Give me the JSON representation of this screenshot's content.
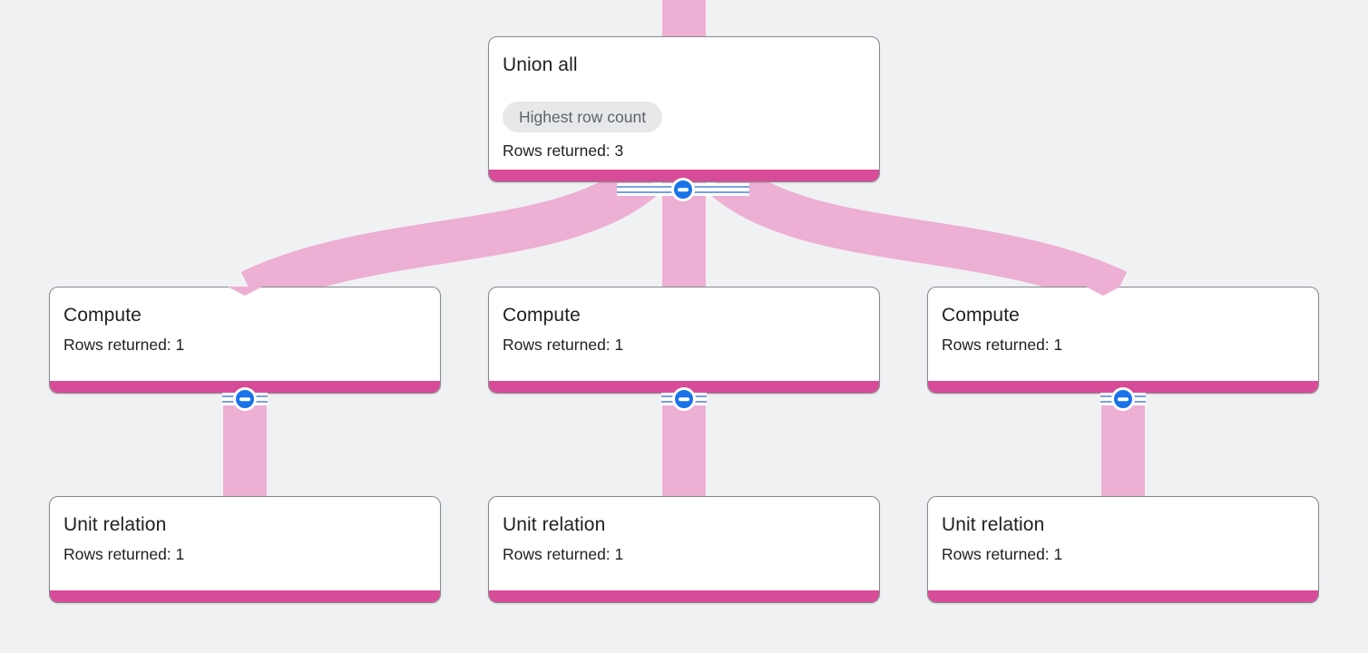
{
  "app": "query-execution-graph",
  "colors": {
    "bg": "#f0f1f3",
    "node_bg": "#ffffff",
    "node_border": "#85898d",
    "edge_pink": "#edafd4",
    "accent_pink": "#d84b98",
    "button_blue": "#1a73e8",
    "stripe_blue": "#7b9fe3",
    "badge_bg": "#e7e8ea",
    "badge_text": "#5f6368",
    "text": "#202124"
  },
  "icons": {
    "collapse": "minus-circle-icon"
  },
  "nodes": [
    {
      "id": "union-all",
      "title": "Union all",
      "badge": "Highest row count",
      "rows_label": "Rows returned: 3",
      "collapsible": true
    },
    {
      "id": "compute-1",
      "title": "Compute",
      "rows_label": "Rows returned: 1",
      "collapsible": true
    },
    {
      "id": "compute-2",
      "title": "Compute",
      "rows_label": "Rows returned: 1",
      "collapsible": true
    },
    {
      "id": "compute-3",
      "title": "Compute",
      "rows_label": "Rows returned: 1",
      "collapsible": true
    },
    {
      "id": "unit-relation-1",
      "title": "Unit relation",
      "rows_label": "Rows returned: 1",
      "collapsible": false
    },
    {
      "id": "unit-relation-2",
      "title": "Unit relation",
      "rows_label": "Rows returned: 1",
      "collapsible": false
    },
    {
      "id": "unit-relation-3",
      "title": "Unit relation",
      "rows_label": "Rows returned: 1",
      "collapsible": false
    }
  ],
  "edges": [
    {
      "from": "offscreen-parent",
      "to": "union-all"
    },
    {
      "from": "union-all",
      "to": "compute-1"
    },
    {
      "from": "union-all",
      "to": "compute-2"
    },
    {
      "from": "union-all",
      "to": "compute-3"
    },
    {
      "from": "compute-1",
      "to": "unit-relation-1"
    },
    {
      "from": "compute-2",
      "to": "unit-relation-2"
    },
    {
      "from": "compute-3",
      "to": "unit-relation-3"
    }
  ]
}
